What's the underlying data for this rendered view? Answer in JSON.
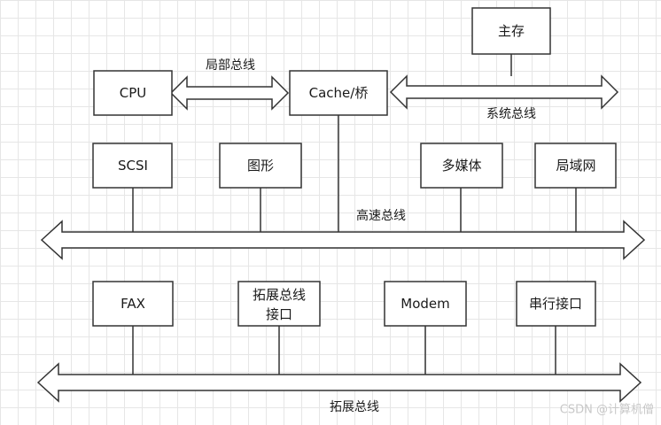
{
  "nodes": {
    "main_memory": "主存",
    "cpu": "CPU",
    "cache_bridge": "Cache/桥",
    "scsi": "SCSI",
    "graphics": "图形",
    "multimedia": "多媒体",
    "lan": "局域网",
    "fax": "FAX",
    "expansion_interface_line1": "拓展总线",
    "expansion_interface_line2": "接口",
    "modem": "Modem",
    "serial_interface": "串行接口"
  },
  "buses": {
    "local_bus": "局部总线",
    "system_bus": "系统总线",
    "high_speed_bus": "高速总线",
    "expansion_bus": "拓展总线"
  },
  "watermark": "CSDN @计算机僧"
}
